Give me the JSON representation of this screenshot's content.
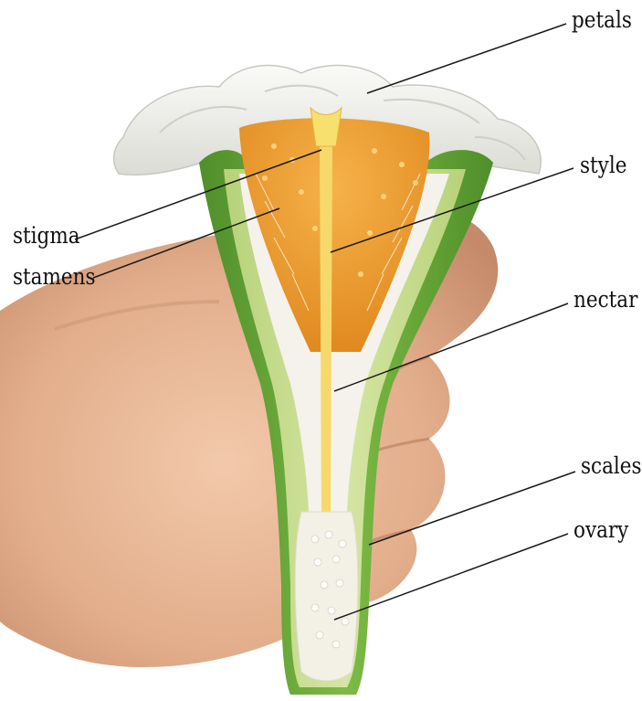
{
  "labels": {
    "petals": "petals",
    "style": "style",
    "stigma": "stigma",
    "stamens": "stamens",
    "nectar": "nectar",
    "scales": "scales",
    "ovary": "ovary"
  },
  "colors": {
    "skin": "#e8b898",
    "skin_shadow": "#c98f6e",
    "outer_green": "#6fae3a",
    "inner_green": "#c4d98a",
    "petal": "#f4f4f2",
    "pollen": "#f0a53a",
    "style": "#f6d96a",
    "ovary_fill": "#f3f0e6",
    "leader_line": "#1a1a1a"
  }
}
